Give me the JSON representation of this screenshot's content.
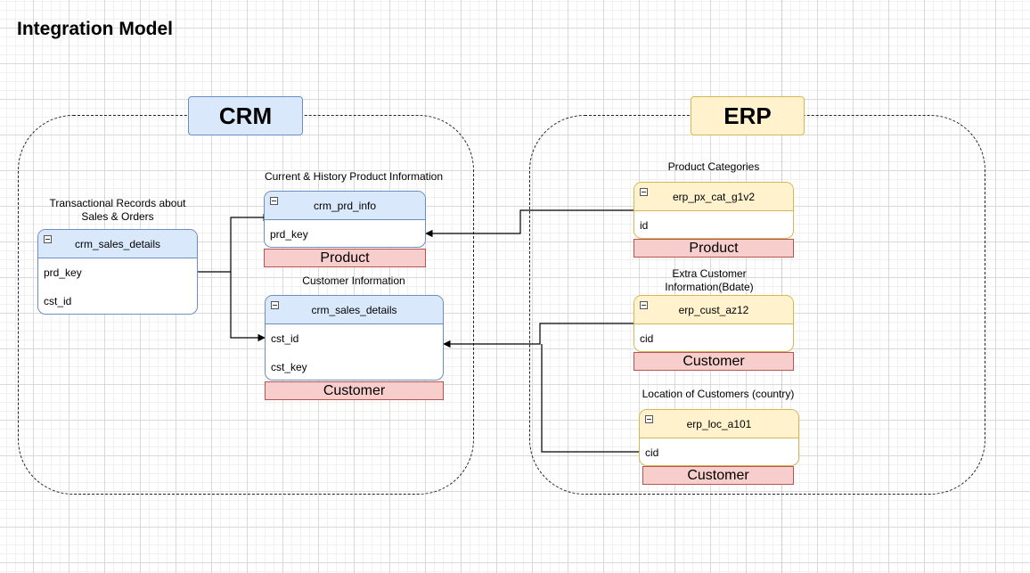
{
  "page": {
    "title": "Integration Model"
  },
  "groups": {
    "crm": {
      "label": "CRM"
    },
    "erp": {
      "label": "ERP"
    }
  },
  "tables": {
    "crm_sales_details_left": {
      "caption": "Transactional Records about\nSales & Orders",
      "name": "crm_sales_details",
      "fields": [
        "prd_key",
        "cst_id"
      ]
    },
    "crm_prd_info": {
      "caption": "Current & History Product Information",
      "name": "crm_prd_info",
      "fields": [
        "prd_key"
      ],
      "tag": "Product"
    },
    "crm_sales_details_right": {
      "caption": "Customer Information",
      "name": "crm_sales_details",
      "fields": [
        "cst_id",
        "cst_key"
      ],
      "tag": "Customer"
    },
    "erp_px_cat_g1v2": {
      "caption": "Product Categories",
      "name": "erp_px_cat_g1v2",
      "fields": [
        "id"
      ],
      "tag": "Product"
    },
    "erp_cust_az12": {
      "caption": "Extra Customer\nInformation(Bdate)",
      "name": "erp_cust_az12",
      "fields": [
        "cid"
      ],
      "tag": "Customer"
    },
    "erp_loc_a101": {
      "caption": "Location of Customers (country)",
      "name": "erp_loc_a101",
      "fields": [
        "cid"
      ],
      "tag": "Customer"
    }
  },
  "colors": {
    "crm_fill": "#dae8fc",
    "crm_stroke": "#6c8ebf",
    "erp_fill": "#fff2cc",
    "erp_stroke": "#d6b656",
    "tag_fill": "#f8cecc",
    "tag_stroke": "#b85450"
  },
  "icons": {
    "table_collapse": "minus-box-icon",
    "connector_end": "arrow-icon"
  }
}
